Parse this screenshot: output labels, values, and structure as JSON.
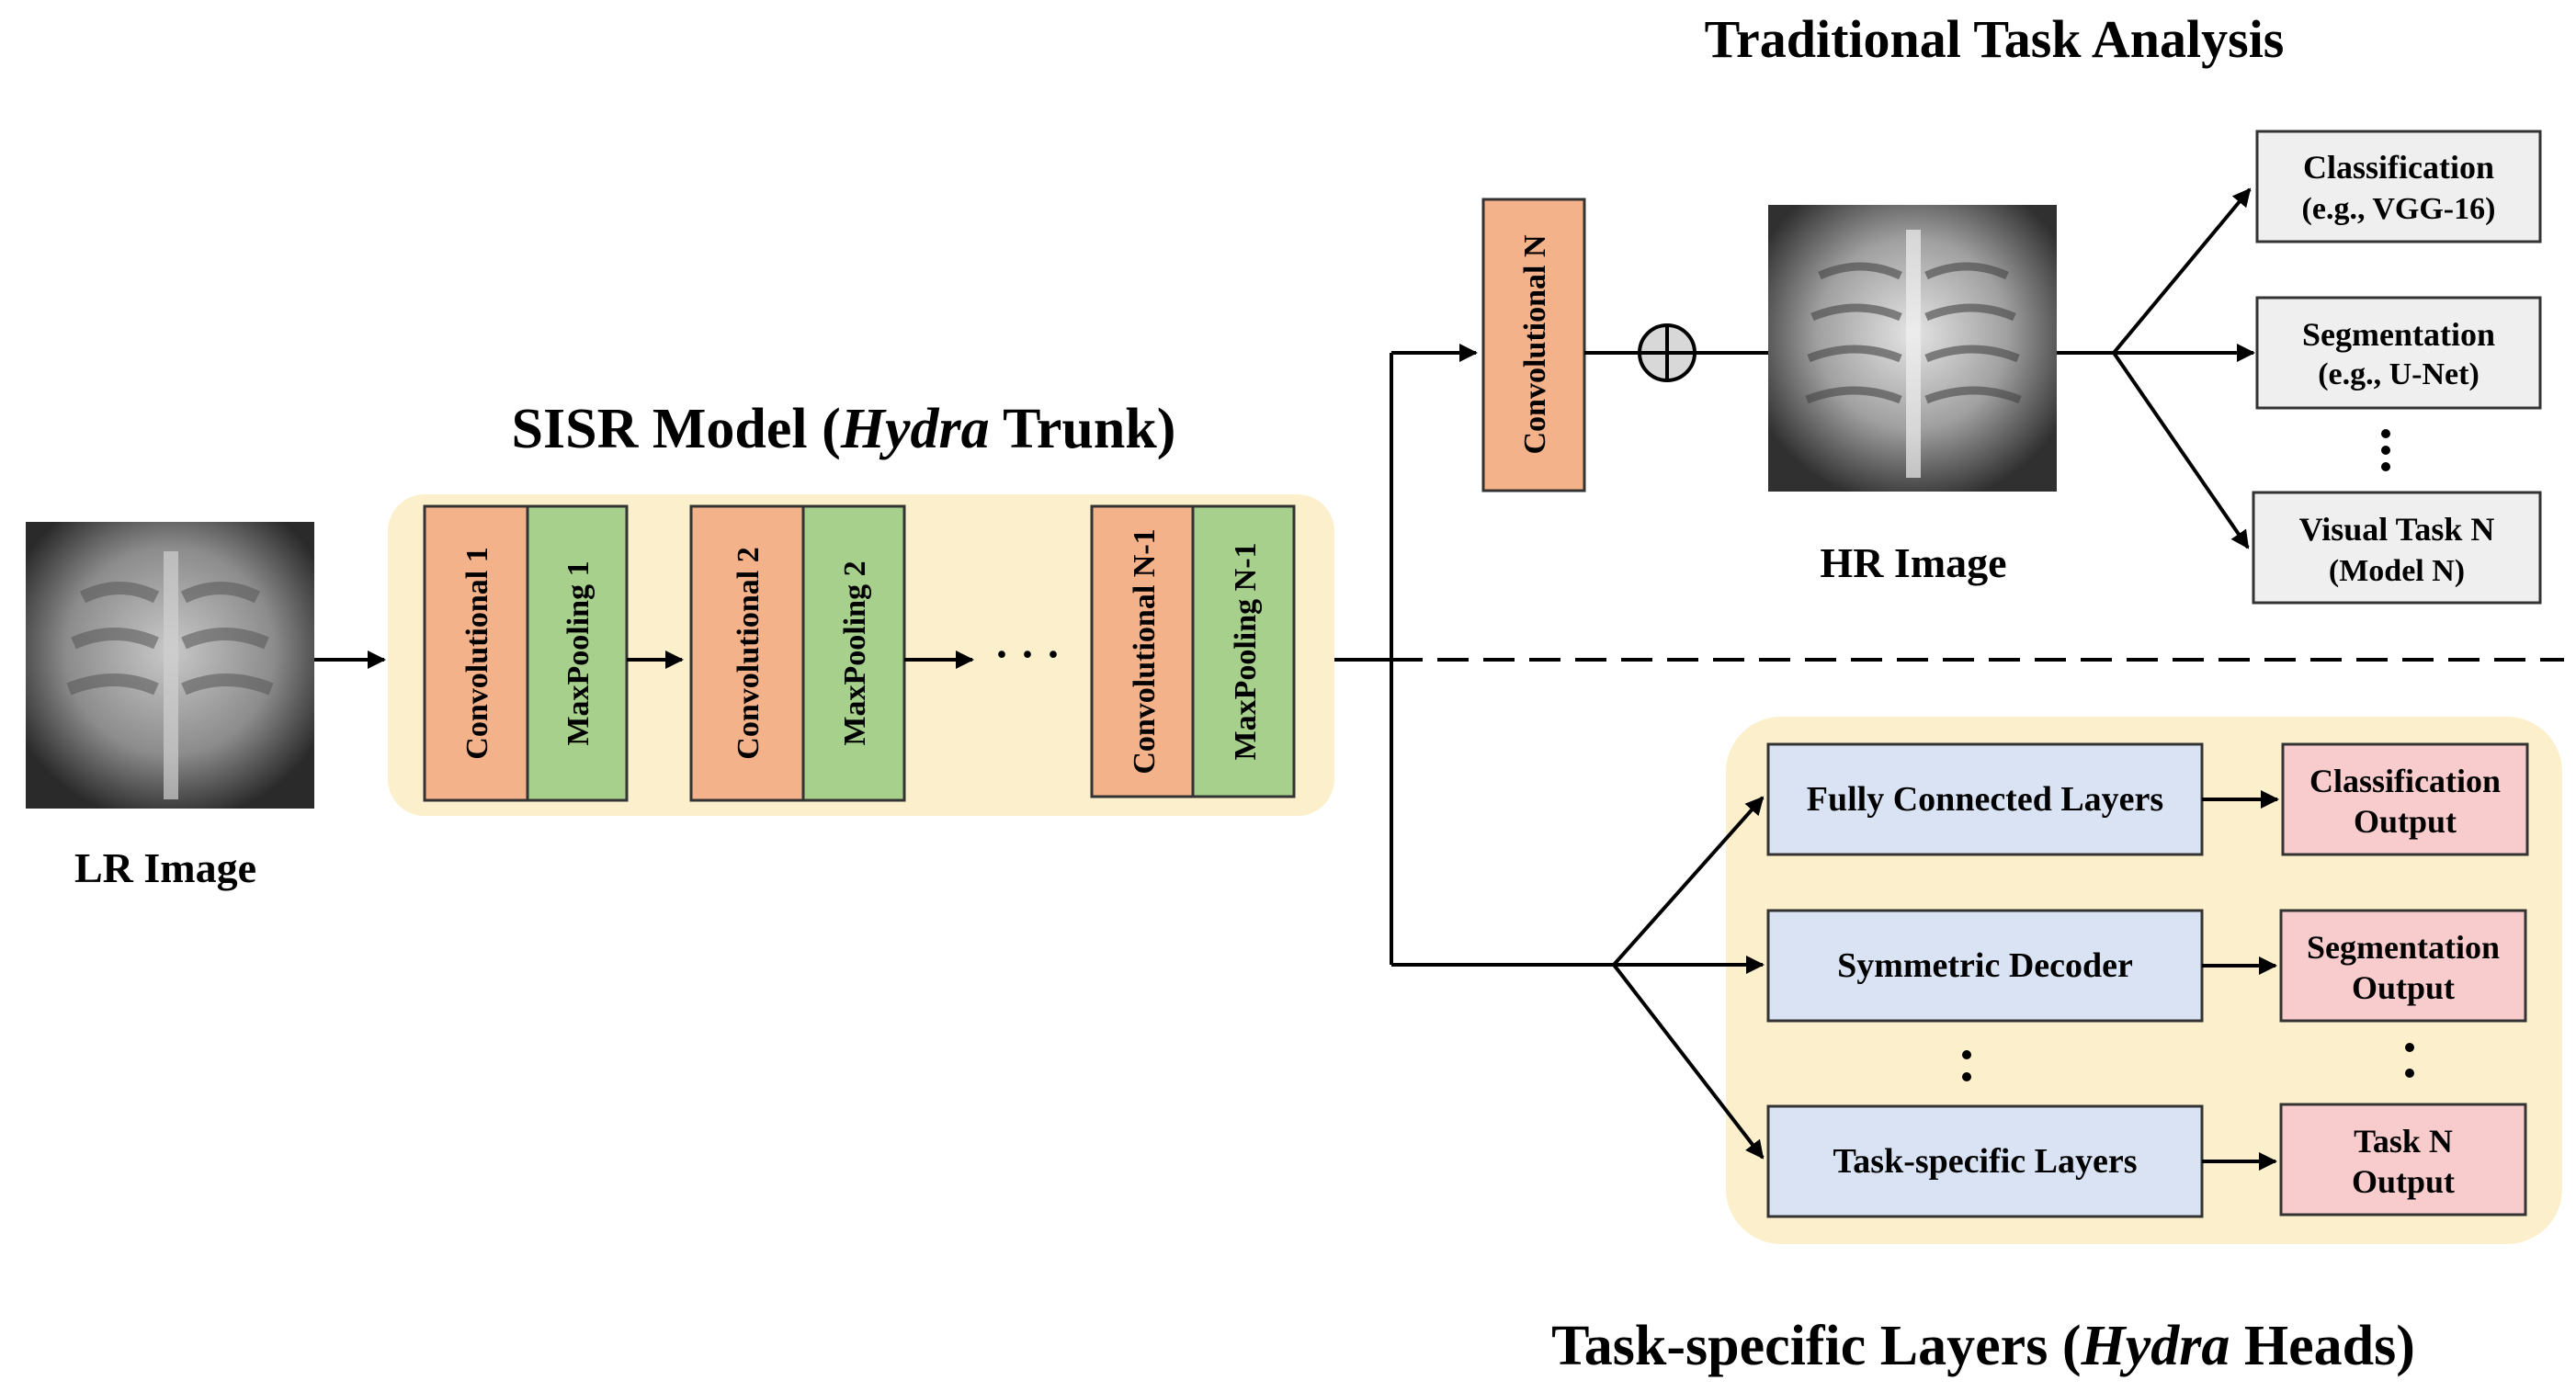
{
  "titles": {
    "traditional": "Traditional Task Analysis",
    "trunk_prefix": "SISR Model (",
    "trunk_italic": "Hydra",
    "trunk_suffix": " Trunk)",
    "heads_prefix": "Task-specific Layers (",
    "heads_italic": "Hydra",
    "heads_suffix": " Heads)"
  },
  "images": {
    "lr_label": "LR Image",
    "hr_label": "HR Image"
  },
  "trunk": {
    "conv1": "Convolutional 1",
    "pool1": "MaxPooling 1",
    "conv2": "Convolutional 2",
    "pool2": "MaxPooling 2",
    "ellipsis": "· · ·",
    "convn1": "Convolutional N-1",
    "pooln1": "MaxPooling N-1",
    "convn": "Convolutional N"
  },
  "traditional_tasks": [
    {
      "line1": "Classification",
      "line2": "(e.g., VGG-16)"
    },
    {
      "line1": "Segmentation",
      "line2": "(e.g., U-Net)"
    },
    {
      "line1": "Visual Task N",
      "line2": "(Model N)"
    }
  ],
  "heads": {
    "layers": [
      "Fully Connected Layers",
      "Symmetric Decoder",
      "Task-specific Layers"
    ],
    "outputs": [
      {
        "line1": "Classification",
        "line2": "Output"
      },
      {
        "line1": "Segmentation",
        "line2": "Output"
      },
      {
        "line1": "Task N",
        "line2": "Output"
      }
    ],
    "vdots": ":"
  },
  "colors": {
    "conv": "#f3b28a",
    "pool": "#a7d08c",
    "panel": "#fcf0cc",
    "layer": "#d9e3f3",
    "output": "#f8cccc",
    "task_box": "#efefef"
  }
}
